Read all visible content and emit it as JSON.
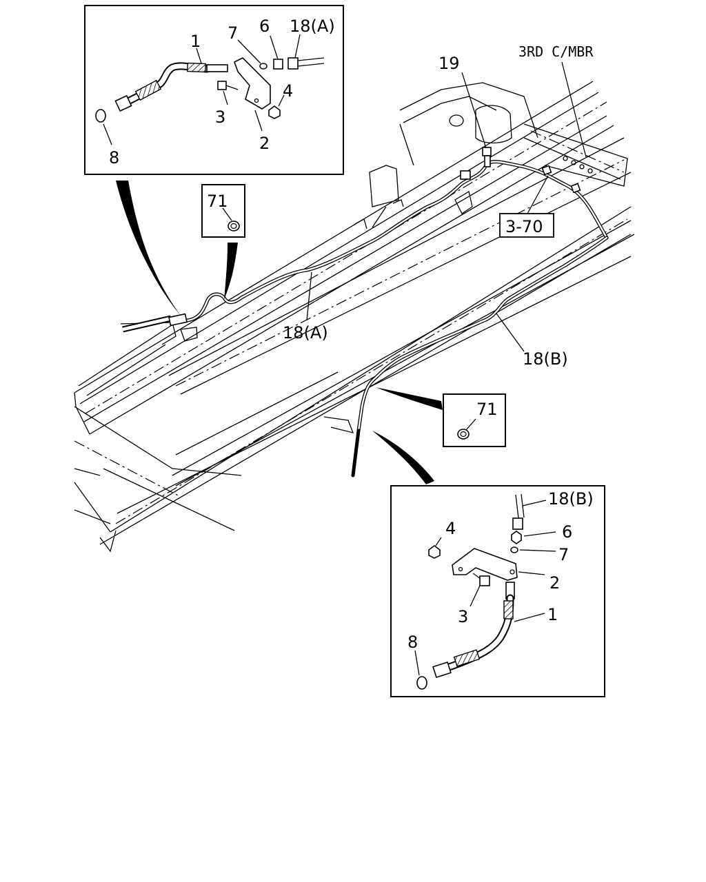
{
  "labels": {
    "frame_member": "3RD C/MBR",
    "pipe_a": "18(A)",
    "pipe_b": "18(B)",
    "clip": "19",
    "ref": "3-70",
    "washer_top": "71",
    "washer_mid": "71"
  },
  "inset_a": {
    "n1": "1",
    "n2": "2",
    "n3": "3",
    "n4": "4",
    "n6": "6",
    "n7": "7",
    "n8": "8",
    "n18": "18(A)"
  },
  "inset_b": {
    "n1": "1",
    "n2": "2",
    "n3": "3",
    "n4": "4",
    "n6": "6",
    "n7": "7",
    "n8": "8",
    "n18": "18(B)"
  }
}
